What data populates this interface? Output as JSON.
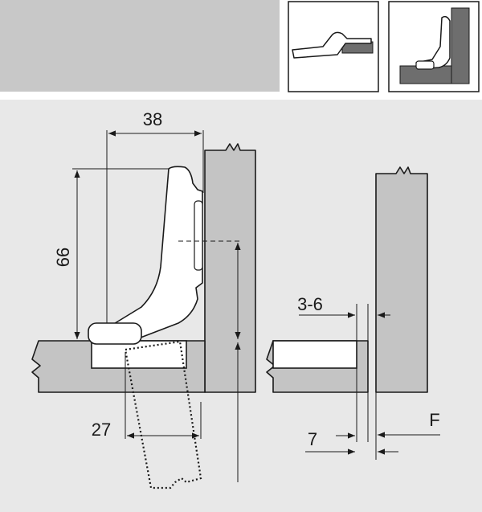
{
  "dimensions": {
    "width_38": "38",
    "height_66": "66",
    "depth_27": "27",
    "gap_3_6": "3-6",
    "offset_7": "7",
    "force_F": "F"
  },
  "colors": {
    "header_panel": "#c8c8c8",
    "diagram_background": "#e8e8e8",
    "wood": "#c4c4c4",
    "line": "#1a1a1a",
    "hinge_body": "#ffffff",
    "thumbnail_dark": "#6e6e6e"
  }
}
